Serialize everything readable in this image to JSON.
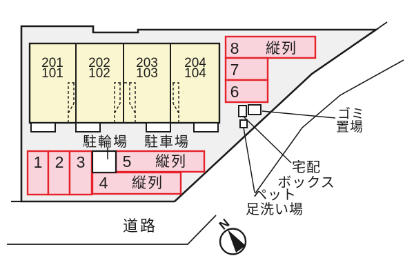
{
  "diagram_type": "apartment-site-plan",
  "building": {
    "units": [
      {
        "upper": "201",
        "lower": "101"
      },
      {
        "upper": "202",
        "lower": "102"
      },
      {
        "upper": "203",
        "lower": "103"
      },
      {
        "upper": "204",
        "lower": "104"
      }
    ]
  },
  "parking": {
    "right_column": [
      {
        "number": "8",
        "tandem": "縦列"
      },
      {
        "number": "7"
      },
      {
        "number": "6"
      }
    ],
    "bottom_row": [
      {
        "number": "1"
      },
      {
        "number": "2"
      },
      {
        "number": "3"
      },
      {
        "number": "5",
        "tandem": "縦列"
      },
      {
        "number": "4",
        "tandem": "縦列"
      }
    ]
  },
  "labels": {
    "bicycle_parking": "駐輪場",
    "car_parking": "駐車場",
    "garbage": {
      "line1": "ゴミ",
      "line2": "置場"
    },
    "delivery_box": {
      "line1": "宅配",
      "line2": "ボックス"
    },
    "pet_wash": {
      "line1": "ペット",
      "line2": "足洗い場"
    },
    "road": "道路",
    "north": "N"
  },
  "colors": {
    "background": "#FFFFFF",
    "site_fill": "#F0F0F0",
    "building_fill": "#FAF6CF",
    "parking_fill": "#F9D4DC",
    "parking_border": "#E62129",
    "line": "#1A1A1A"
  }
}
